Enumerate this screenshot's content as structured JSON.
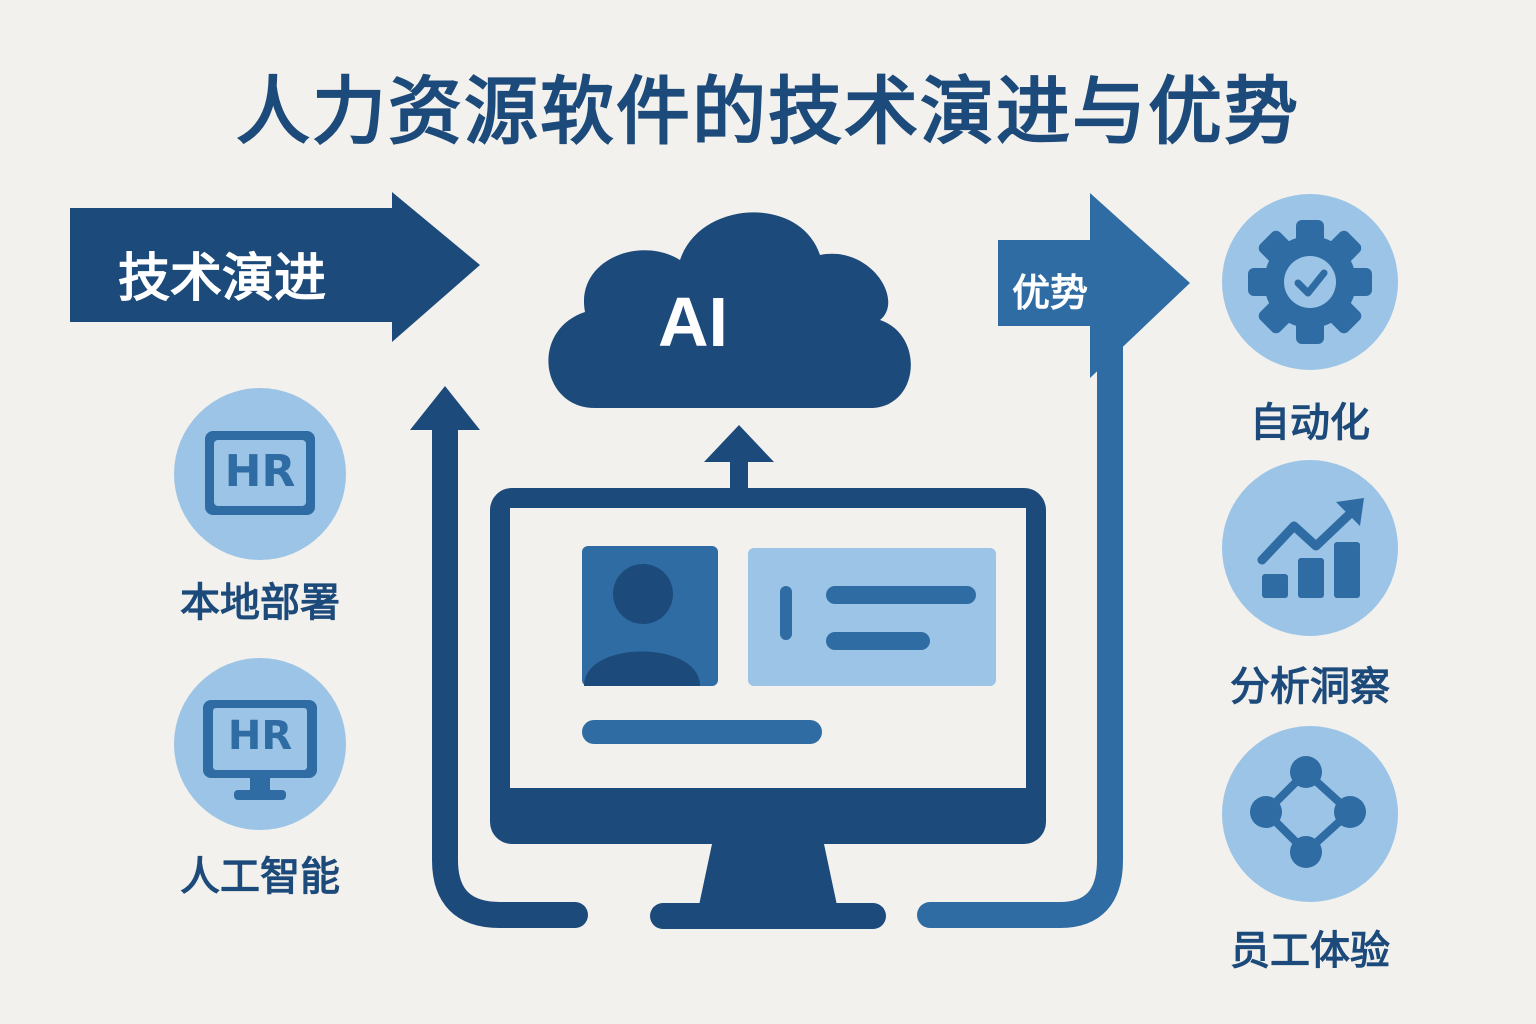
{
  "title": "人力资源软件的技术演进与优势",
  "left_banner": {
    "label": "技术演进"
  },
  "right_banner": {
    "label": "优势"
  },
  "cloud": {
    "label": "AI"
  },
  "left_items": [
    {
      "icon": "hr-badge-icon",
      "badge_text": "HR",
      "label": "本地部署"
    },
    {
      "icon": "hr-monitor-icon",
      "badge_text": "HR",
      "label": "人工智能"
    }
  ],
  "right_items": [
    {
      "icon": "gear-check-icon",
      "label": "自动化"
    },
    {
      "icon": "growth-chart-icon",
      "label": "分析洞察"
    },
    {
      "icon": "network-icon",
      "label": "员工体验"
    }
  ],
  "colors": {
    "dark_blue": "#1c4a7a",
    "mid_blue": "#2f6ca3",
    "light_blue": "#9cc4e6",
    "background": "#f3f1ed"
  }
}
